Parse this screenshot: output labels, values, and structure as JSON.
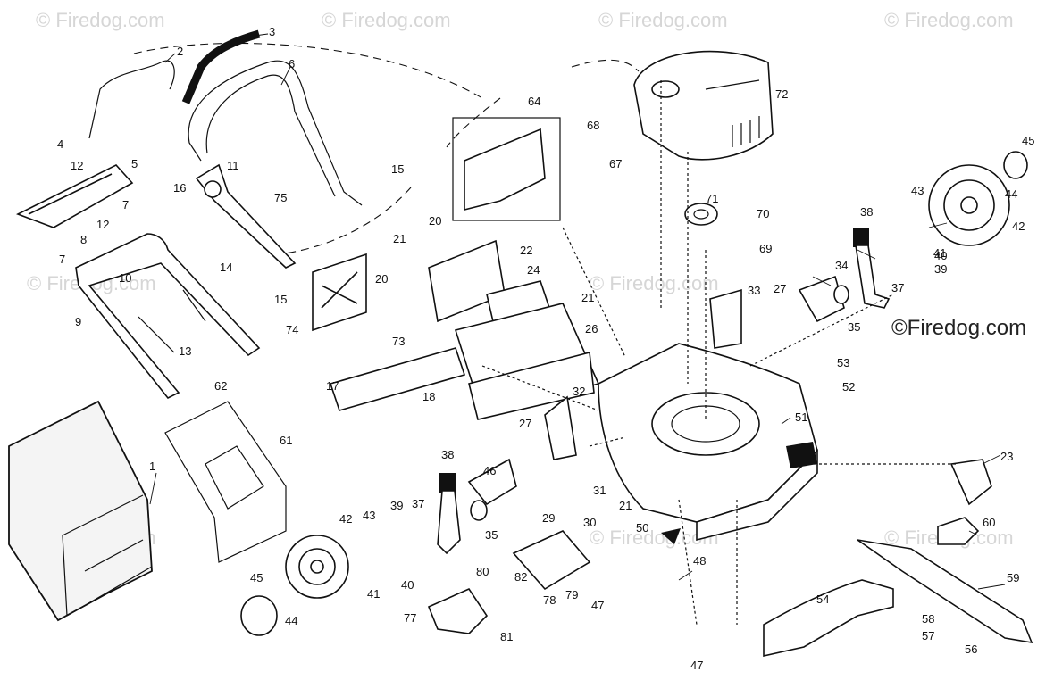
{
  "watermark": {
    "text": "© Firedog.com",
    "brand": "©Firedog.com"
  },
  "callouts": {
    "c1": "1",
    "c2": "2",
    "c3": "3",
    "c4": "4",
    "c5": "5",
    "c6": "6",
    "c7a": "7",
    "c7b": "7",
    "c8": "8",
    "c9": "9",
    "c10": "10",
    "c11": "11",
    "c12a": "12",
    "c12b": "12",
    "c13": "13",
    "c14": "14",
    "c15a": "15",
    "c15b": "15",
    "c16": "16",
    "c17": "17",
    "c18": "18",
    "c20a": "20",
    "c20b": "20",
    "c21a": "21",
    "c21b": "21",
    "c21c": "21",
    "c22": "22",
    "c23": "23",
    "c24": "24",
    "c26": "26",
    "c27a": "27",
    "c27b": "27",
    "c29": "29",
    "c30": "30",
    "c31": "31",
    "c32": "32",
    "c33": "33",
    "c34": "34",
    "c35a": "35",
    "c35b": "35",
    "c37a": "37",
    "c37b": "37",
    "c38a": "38",
    "c38b": "38",
    "c39a": "39",
    "c39b": "39",
    "c40a": "40",
    "c40b": "40",
    "c41a": "41",
    "c41b": "41",
    "c42a": "42",
    "c42b": "42",
    "c43a": "43",
    "c43b": "43",
    "c44a": "44",
    "c44b": "44",
    "c45a": "45",
    "c45b": "45",
    "c46": "46",
    "c47a": "47",
    "c47b": "47",
    "c48": "48",
    "c50": "50",
    "c51": "51",
    "c52": "52",
    "c53": "53",
    "c54": "54",
    "c56": "56",
    "c57": "57",
    "c58": "58",
    "c59": "59",
    "c60": "60",
    "c61": "61",
    "c62": "62",
    "c64": "64",
    "c67": "67",
    "c68": "68",
    "c69": "69",
    "c70": "70",
    "c71": "71",
    "c72": "72",
    "c73": "73",
    "c74": "74",
    "c75": "75",
    "c77": "77",
    "c78": "78",
    "c79": "79",
    "c80": "80",
    "c81": "81",
    "c82": "82"
  }
}
